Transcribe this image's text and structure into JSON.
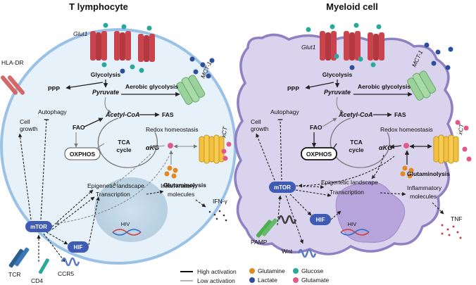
{
  "titles": {
    "left": "T lymphocyte",
    "right": "Myeloid cell"
  },
  "colors": {
    "glucose": "#2aa89a",
    "lactate": "#2d4f9c",
    "glutamine": "#e08a1e",
    "glutamate": "#e4578b",
    "tcell_fill": "#e6f1fa",
    "tcell_border": "#9cc1e6",
    "myeloid_fill": "#d9d3ee",
    "myeloid_border": "#8f80c2",
    "hub": "#3f5bb4",
    "transporter_red": "#c9444c"
  },
  "tcell": {
    "glut1": "Glut1",
    "hla": "HLA-DR",
    "mct": "MCT-1",
    "glycolysis": "Glycolysis",
    "ppp": "PPP",
    "pyruvate": "Pyruvate",
    "aerobic": "Aerobic glycolysis",
    "acetyl": "Acetyl-CoA",
    "fas": "FAS",
    "fao": "FAO",
    "autophagy": "Autophagy",
    "cell_growth_1": "Cell",
    "cell_growth_2": "growth",
    "tca_1": "TCA",
    "tca_2": "cycle",
    "oxphos": "OXPHOS",
    "akg": "αKG",
    "redox": "Redox homeostasis",
    "xct": "xCT",
    "glutaminolysis": "Glutaminolysis",
    "mtor": "mTOR",
    "hif": "HIF",
    "epigenetic": "Epigenetic landscape",
    "transcription": "Transcription",
    "inflammatory_1": "Inflammatory",
    "inflammatory_2": "molecules",
    "ifn": "IFN-γ",
    "hiv": "HIV",
    "tcr": "TCR",
    "cd4": "CD4",
    "ccr5": "CCR5"
  },
  "myeloid": {
    "glut1": "Glut1",
    "mct": "MCT-1",
    "glycolysis": "Glycolysis",
    "ppp": "PPP",
    "pyruvate": "Pyruvate",
    "aerobic": "Aerobic glycolysis",
    "acetyl": "Acetyl-CoA",
    "fas": "FAS",
    "fao": "FAO",
    "autophagy": "Autophagy",
    "cell_growth_1": "Cell",
    "cell_growth_2": "growth",
    "tca_1": "TCA",
    "tca_2": "cycle",
    "oxphos": "OXPHOS",
    "akg": "αKG",
    "redox": "Redox homeostasis",
    "xct": "xCT",
    "glutaminolysis": "Glutaminolysis",
    "mtor": "mTOR",
    "hif": "HIF",
    "epigenetic": "Epigenetic landscape",
    "transcription": "Transcription",
    "inflammatory_1": "Inflammatory",
    "inflammatory_2": "molecules",
    "tnf": "TNF",
    "hiv": "HIV",
    "pamp": "PAMP",
    "wnt": "Wnt"
  },
  "legend": {
    "high": "High activation",
    "low": "Low activation",
    "glutamine": "Glutamine",
    "glucose": "Glucose",
    "lactate": "Lactate",
    "glutamate": "Glutamate"
  }
}
